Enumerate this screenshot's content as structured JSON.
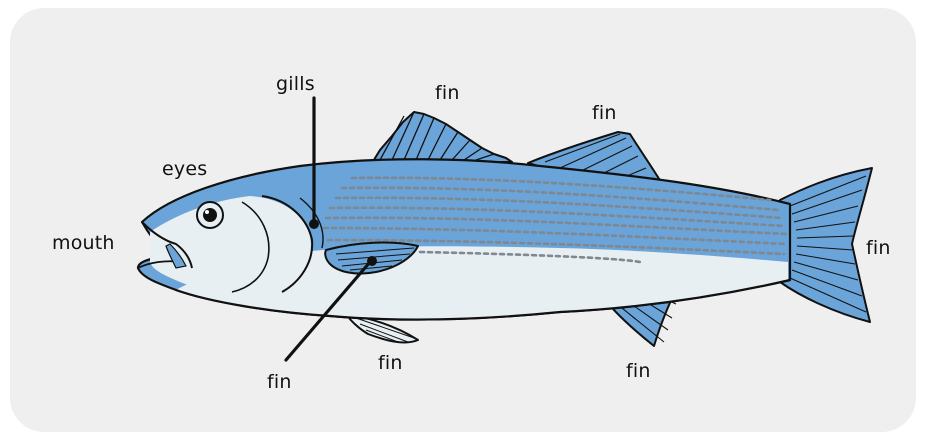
{
  "diagram": {
    "labels": {
      "gills": "gills",
      "eyes": "eyes",
      "mouth": "mouth",
      "fin_dorsal_front": "fin",
      "fin_dorsal_rear": "fin",
      "fin_tail": "fin",
      "fin_anal": "fin",
      "fin_pelvic": "fin",
      "fin_pectoral": "fin"
    }
  },
  "colors": {
    "background_panel": "#efefef",
    "fish_blue": "#6aa4d8",
    "fish_belly": "#e8eff2",
    "outline": "#111111",
    "stripe": "#7f8790"
  }
}
